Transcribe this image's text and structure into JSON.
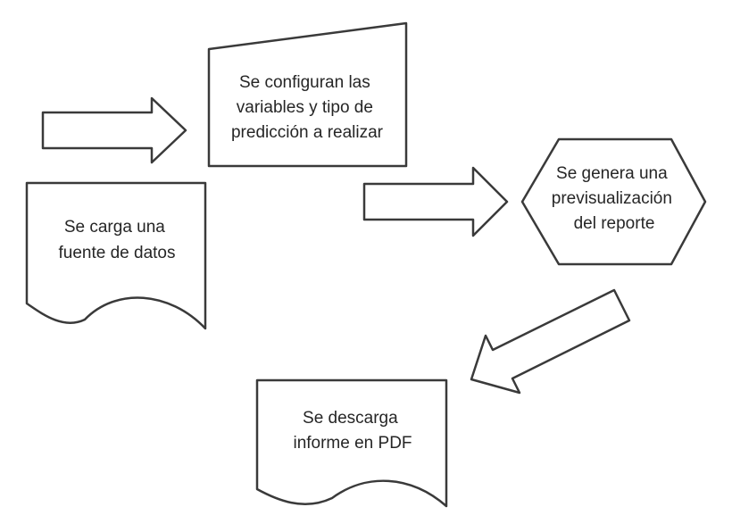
{
  "nodes": {
    "load_data": {
      "lines": [
        "Se carga una",
        "fuente de datos"
      ]
    },
    "configure": {
      "lines": [
        "Se configuran las",
        "variables y tipo de",
        "predicción a realizar"
      ]
    },
    "preview": {
      "lines": [
        "Se genera una",
        "previsualización",
        "del reporte"
      ]
    },
    "download": {
      "lines": [
        "Se descarga",
        "informe en PDF"
      ]
    }
  },
  "colors": {
    "stroke": "#3a3a3a",
    "fill": "#ffffff",
    "text": "#262626"
  },
  "edges": [
    {
      "from": "load_data",
      "to": "configure"
    },
    {
      "from": "configure",
      "to": "preview"
    },
    {
      "from": "preview",
      "to": "download"
    }
  ]
}
